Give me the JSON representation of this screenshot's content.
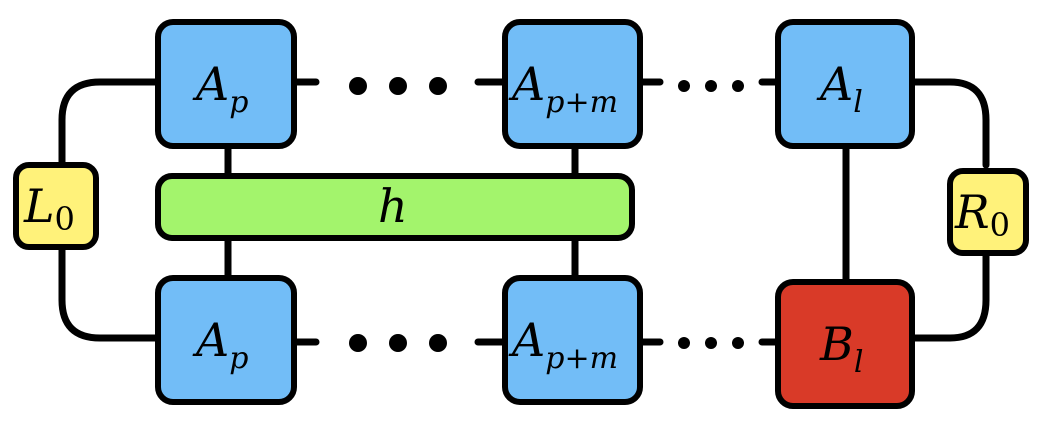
{
  "colors": {
    "tensor_a": "#72bdf7",
    "tensor_b": "#d93a28",
    "operator_h": "#a3f46c",
    "boundary": "#fff27a",
    "stroke": "#000000"
  },
  "nodes": {
    "top_ap": {
      "base": "A",
      "sub": "p"
    },
    "top_apm": {
      "base": "A",
      "sub": "p+m"
    },
    "top_al": {
      "base": "A",
      "sub": "l"
    },
    "bot_ap": {
      "base": "A",
      "sub": "p"
    },
    "bot_apm": {
      "base": "A",
      "sub": "p+m"
    },
    "bot_bl": {
      "base": "B",
      "sub": "l"
    },
    "h": {
      "base": "h"
    },
    "l0": {
      "base": "L",
      "sub": "0"
    },
    "r0": {
      "base": "R",
      "sub": "0"
    }
  }
}
